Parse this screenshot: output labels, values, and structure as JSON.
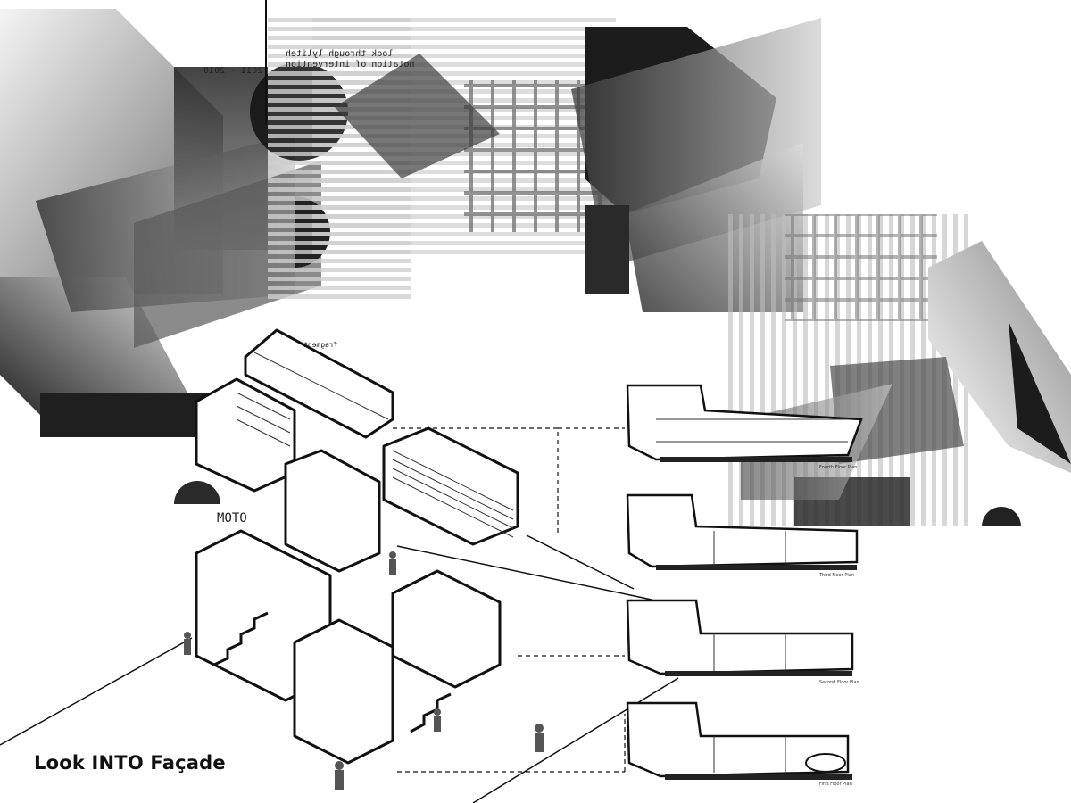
{
  "title": "Look INTO Façade",
  "collage_text": {
    "years": "2011 - 2010",
    "line_a": "look through lyliteh",
    "line_b": "notation of intervention",
    "small": "fragment"
  },
  "otom_text": "OTOM",
  "plans": [
    {
      "label": "Fourth Floor Plan"
    },
    {
      "label": "Third Floor Plan"
    },
    {
      "label": "Second Floor Plan"
    },
    {
      "label": "First Floor Plan"
    }
  ]
}
